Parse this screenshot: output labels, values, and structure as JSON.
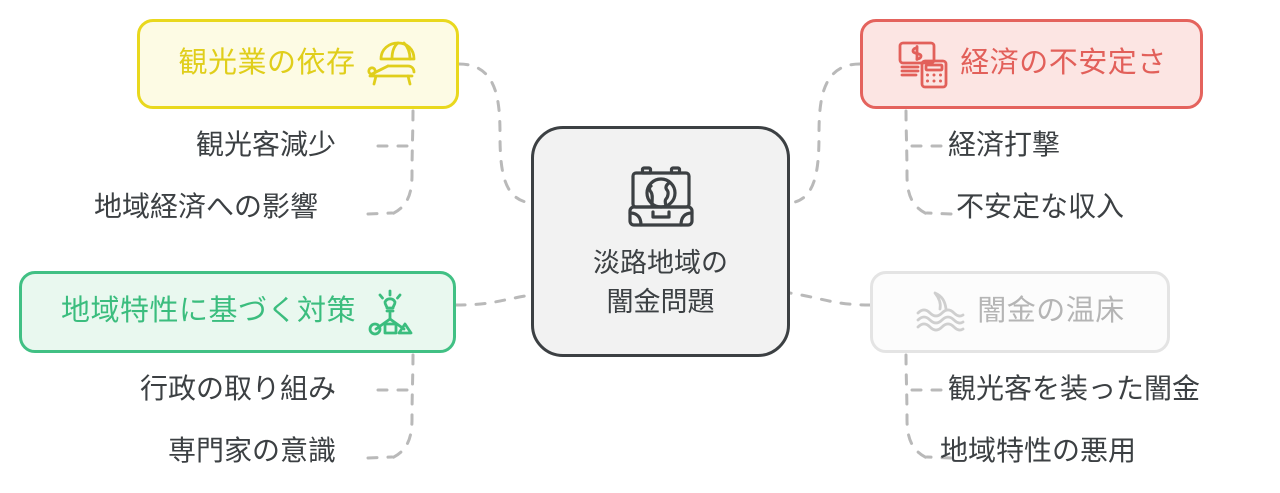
{
  "diagram": {
    "type": "mind-map",
    "background_color": "#ffffff",
    "connector_color": "#b9b9b9",
    "connector_style": "dashed"
  },
  "center": {
    "icon": "suitcase-globe-icon",
    "title_line1": "淡路地域の",
    "title_line2": "闇金問題",
    "border_color": "#3c4043",
    "fill_color": "#f2f2f2",
    "text_color": "#3c4043"
  },
  "branches": [
    {
      "id": "tourism",
      "label": "観光業の依存",
      "icon": "beach-parasol-lounger-icon",
      "icon_side": "right",
      "border_color": "#e9d81e",
      "fill_color": "#fdfbe4",
      "text_color": "#e0ce1b",
      "position": "top-left",
      "children": [
        "観光客減少",
        "地域経済への影響"
      ]
    },
    {
      "id": "economy",
      "label": "経済の不安定さ",
      "icon": "money-calculator-icon",
      "icon_side": "left",
      "border_color": "#e4635d",
      "fill_color": "#fce5e3",
      "text_color": "#e2605a",
      "position": "top-right",
      "children": [
        "経済打撃",
        "不安定な収入"
      ]
    },
    {
      "id": "measures",
      "label": "地域特性に基づく対策",
      "icon": "lightbulb-strategy-icon",
      "icon_side": "right",
      "border_color": "#41c084",
      "fill_color": "#e9f8ef",
      "text_color": "#3bbd7e",
      "position": "bottom-left",
      "children": [
        "行政の取り組み",
        "専門家の意識"
      ]
    },
    {
      "id": "hotbed",
      "label": "闇金の温床",
      "icon": "shark-fin-waves-icon",
      "icon_side": "left",
      "border_color": "#e4e4e4",
      "fill_color": "#fcfcfc",
      "text_color": "#b5b5b5",
      "position": "bottom-right",
      "children": [
        "観光客を装った闇金",
        "地域特性の悪用"
      ]
    }
  ]
}
